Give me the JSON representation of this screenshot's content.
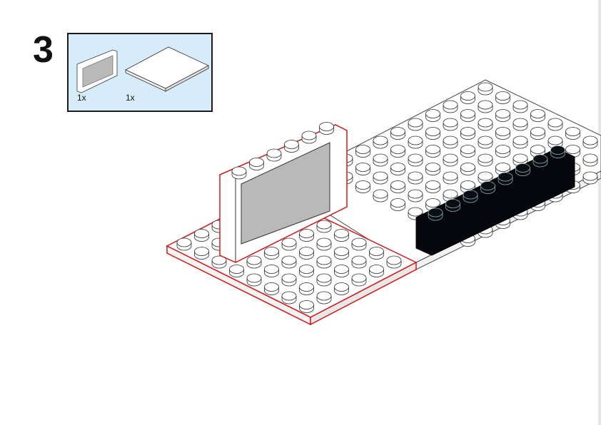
{
  "step": {
    "number": "3"
  },
  "parts_list": {
    "items": [
      {
        "name": "window-frame",
        "quantity": "1x"
      },
      {
        "name": "plate-6x8",
        "quantity": "1x"
      }
    ]
  },
  "colors": {
    "highlight_outline": "#d11a1a",
    "parts_bg": "#d6ecfb",
    "black_brick": "#05070d",
    "glass": "#b9b9b9"
  }
}
